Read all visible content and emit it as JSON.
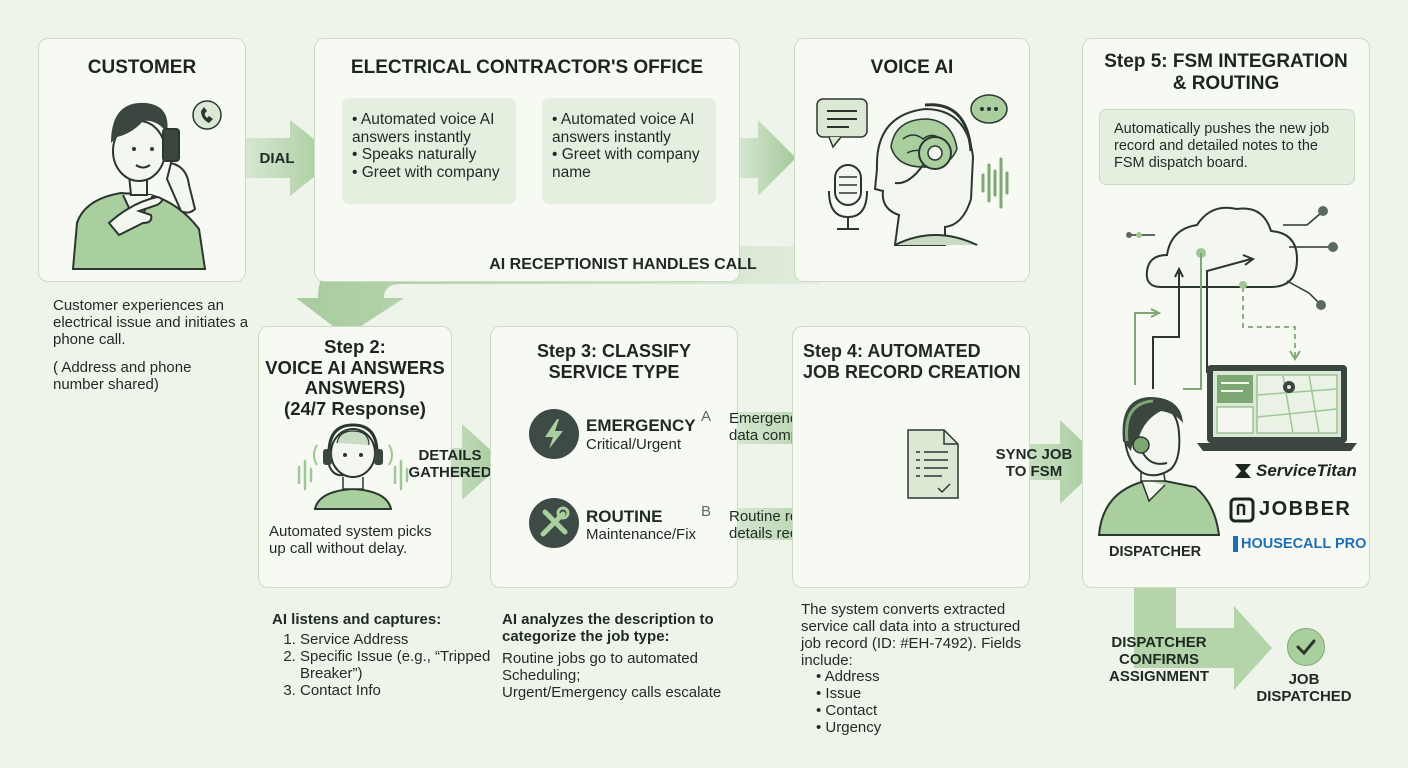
{
  "customer": {
    "title": "CUSTOMER",
    "desc": "Customer experiences an electrical issue and initiates a phone call.",
    "note": "( Address and phone number shared)"
  },
  "arrow_dial": "DIAL",
  "office": {
    "title": "ELECTRICAL CONTRACTOR'S OFFICE",
    "box1": [
      "Automated voice AI answers instantly",
      "Speaks naturally",
      "Greet with company"
    ],
    "box2": [
      "Automated voice AI answers instantly",
      "Greet with company name"
    ]
  },
  "voice_ai": {
    "title": "VOICE AI"
  },
  "handles_call": "AI RECEPTIONIST HANDLES CALL",
  "step2": {
    "title": "Step 2:\nVOICE AI ANSWERS\nANSWERS)\n(24/7 Response)",
    "desc": "Automated system picks up call without delay.",
    "below_title": "AI listens and captures:",
    "below_items": [
      "Service Address",
      "Specific Issue (e.g., “Tripped Breaker”)",
      "Contact Info"
    ]
  },
  "arrow_details": "DETAILS\nGATHERED",
  "step3": {
    "title": "Step 3: CLASSIFY\nSERVICE TYPE",
    "emergency_title": "EMERGENCY",
    "emergency_sub": "Critical/Urgent",
    "routine_title": "ROUTINE",
    "routine_sub": "Maintenance/Fix",
    "below_title": "AI analyzes the description to categorize the job type:",
    "below_text": "Routine jobs go to automated Scheduling;\nUrgent/Emergency calls escalate"
  },
  "label_a": "A",
  "label_b": "B",
  "arrow_emergency": "Emergency job data compiled",
  "arrow_routine": "Routine request details recorded",
  "step4": {
    "title": "Step 4: AUTOMATED\nJOB RECORD CREATION",
    "below_text": "The system converts extracted service call data into a structured job record (ID: #EH-7492). Fields include:",
    "fields": [
      "Address",
      "Issue",
      "Contact",
      "Urgency"
    ]
  },
  "arrow_sync": "SYNC JOB\nTO FSM",
  "step5": {
    "title": "Step 5: FSM INTEGRATION\n& ROUTING",
    "desc": "Automatically pushes the new job record and detailed notes to the FSM dispatch board.",
    "dispatcher": "DISPATCHER",
    "logos": [
      "ServiceTitan",
      "JOBBER",
      "HOUSECALL PRO"
    ]
  },
  "arrow_confirm": "DISPATCHER\nCONFIRMS\nASSIGNMENT",
  "job_dispatched": "JOB\nDISPATCHED",
  "colors": {
    "accent": "#9fc795",
    "panel": "#f6faf3",
    "border": "#c9dcc3",
    "dark": "#3d4a45",
    "logo_blue": "#1f6fb8"
  }
}
